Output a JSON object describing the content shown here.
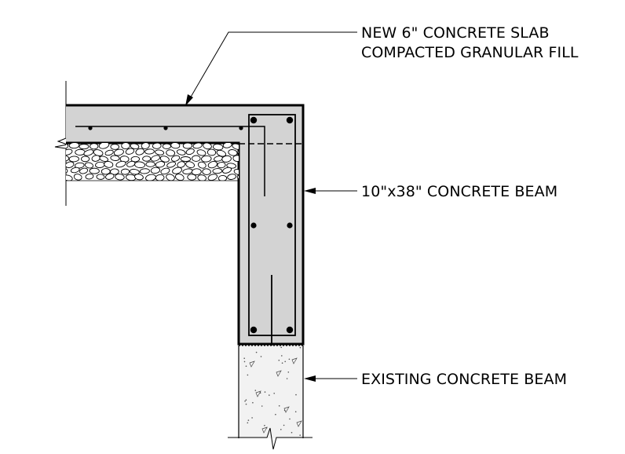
{
  "labels": {
    "slab": "NEW 6\" CONCRETE SLAB",
    "fill": "COMPACTED GRANULAR FILL",
    "new_beam": "10\"x38\" CONCRETE BEAM",
    "existing_beam": "EXISTING CONCRETE BEAM"
  },
  "colors": {
    "line": "#000000",
    "concrete": "#d3d3d3",
    "existing_concrete": "#f2f2f2",
    "background": "#ffffff"
  }
}
